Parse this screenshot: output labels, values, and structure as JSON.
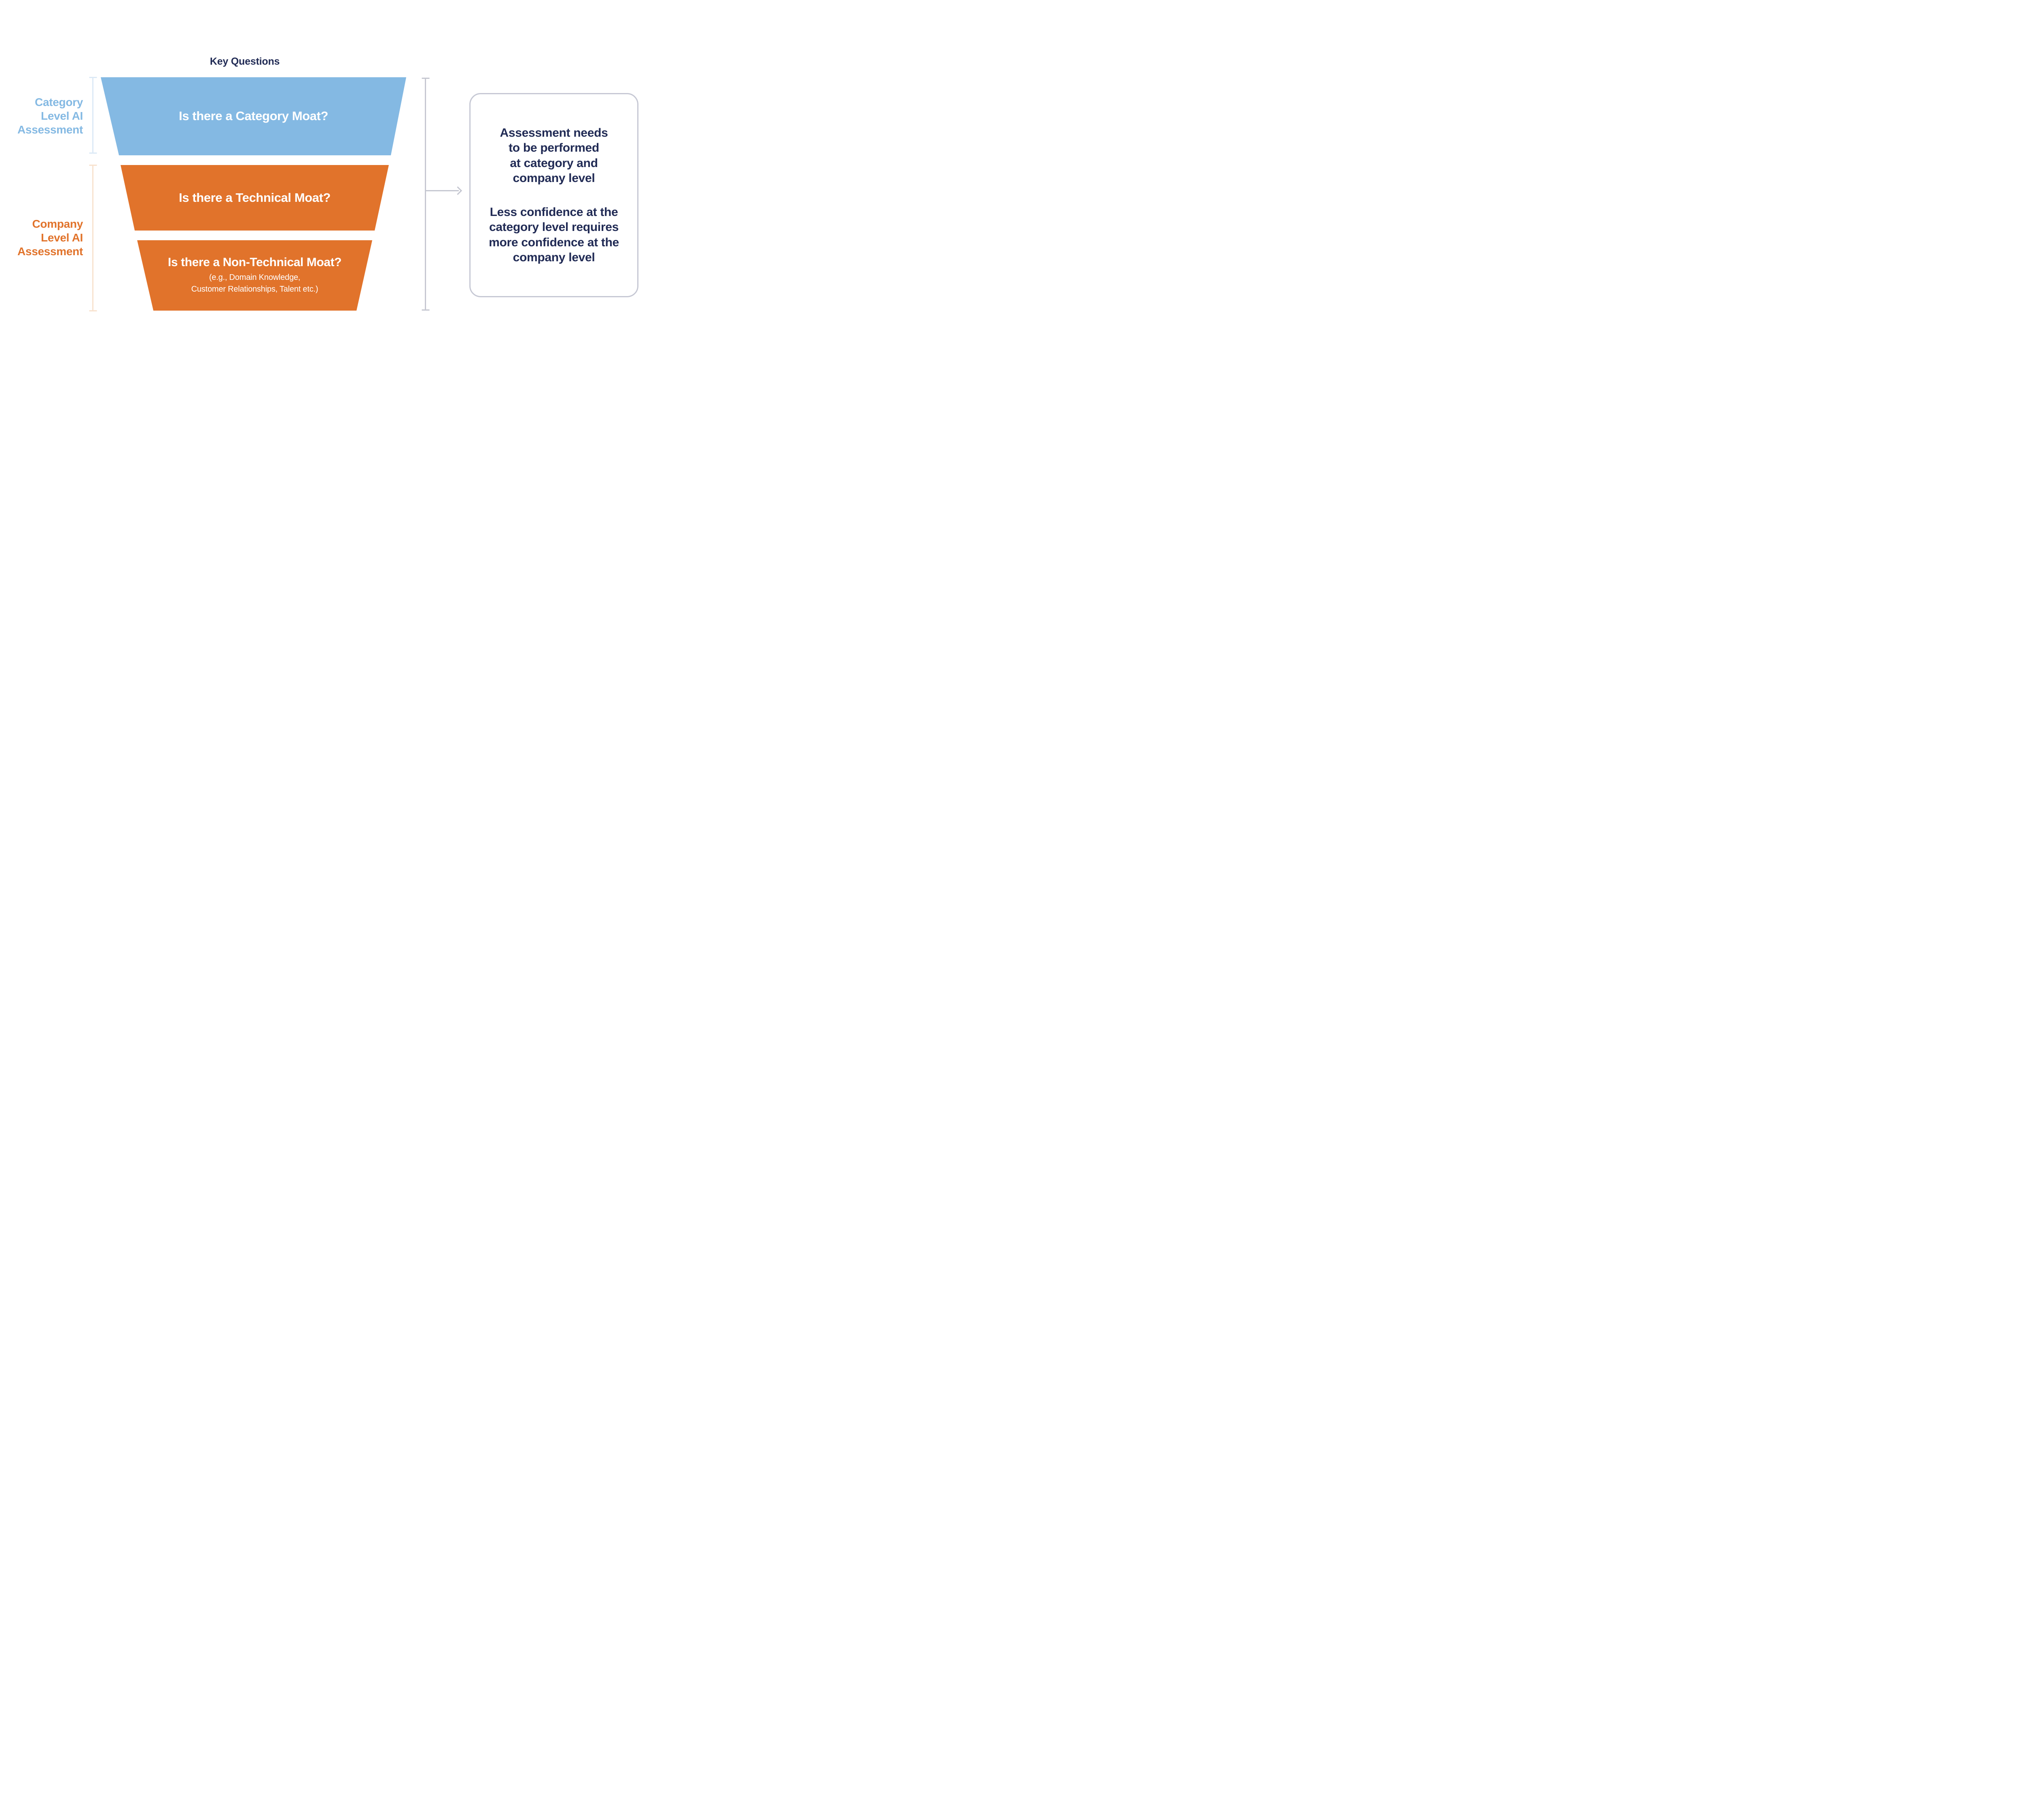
{
  "title": "Key Questions",
  "colors": {
    "navy_text": "#212B55",
    "funnel_blue": "#84B9E3",
    "funnel_orange": "#E1732B",
    "bracket_blue": "#DCE9F6",
    "bracket_orange": "#F8E2CE",
    "bracket_gray": "#C5C7D1",
    "note_box_border": "#C6C8D4",
    "funnel_text": "#FFFFFF"
  },
  "side_labels": {
    "category": "Category\nLevel AI\nAssessment",
    "company": "Company\nLevel AI\nAssessment"
  },
  "funnel": {
    "segments": [
      {
        "question": "Is there a Category Moat?",
        "color": "#84B9E3",
        "level": "category"
      },
      {
        "question": "Is there a Technical Moat?",
        "color": "#E1732B",
        "level": "company"
      },
      {
        "question": "Is there a Non-Technical Moat?",
        "subtitle": "(e.g., Domain Knowledge,\nCustomer Relationships, Talent etc.)",
        "color": "#E1732B",
        "level": "company"
      }
    ]
  },
  "note": {
    "paragraph1": "Assessment needs\nto be performed\nat category and\ncompany level",
    "paragraph2": "Less confidence at the\ncategory level requires\nmore confidence at the\ncompany level"
  }
}
